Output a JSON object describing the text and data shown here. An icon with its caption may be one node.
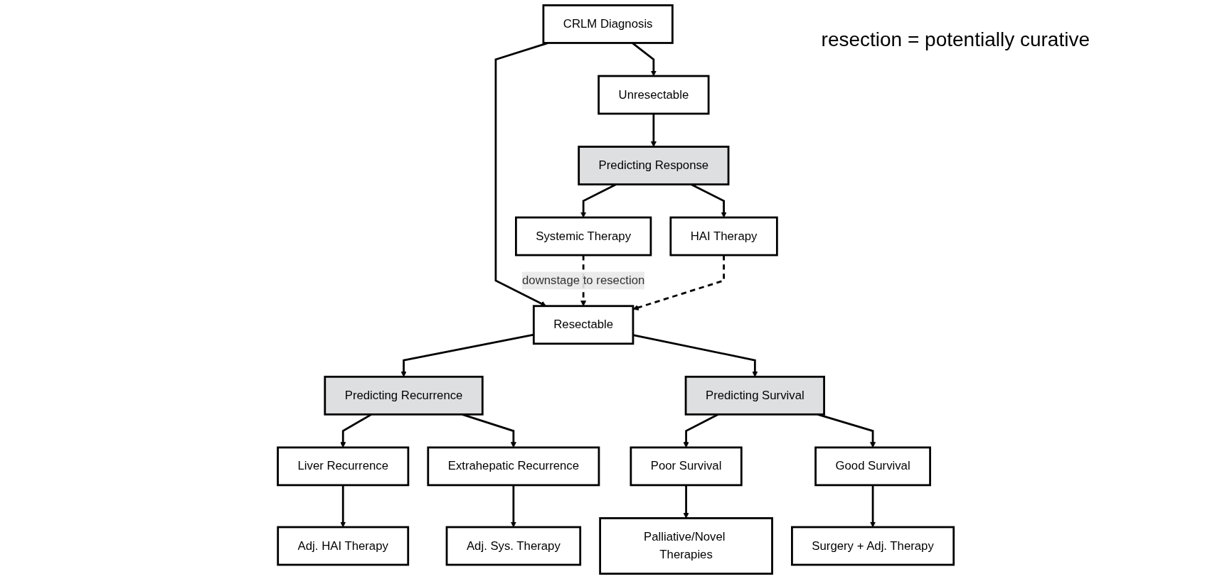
{
  "diagram": {
    "nodes": [
      {
        "text": [
          "CRLM Diagnosis"
        ]
      },
      {
        "text": [
          "Unresectable"
        ]
      },
      {
        "text": [
          "Resectable"
        ]
      },
      {
        "text": [
          "Predicting Response"
        ]
      },
      {
        "text": [
          "Predicting Recurrence"
        ]
      },
      {
        "text": [
          "Predicting Survival"
        ]
      },
      {
        "text": [
          "Systemic Therapy"
        ]
      },
      {
        "text": [
          "HAI Therapy"
        ]
      },
      {
        "text": [
          "Liver Recurrence"
        ]
      },
      {
        "text": [
          "Extrahepatic Recurrence"
        ]
      },
      {
        "text": [
          "Poor Survival"
        ]
      },
      {
        "text": [
          "Good Survival"
        ]
      },
      {
        "text": [
          "Adj. HAI Therapy"
        ]
      },
      {
        "text": [
          "Adj. Sys. Therapy"
        ]
      },
      {
        "text": [
          "Palliative/Novel Therapies"
        ]
      },
      {
        "text": [
          "Surgery + Adj. Therapy"
        ]
      }
    ],
    "edges": [
      {
        "from": 0,
        "to": 1,
        "arrow": "to"
      },
      {
        "from": 0,
        "to": 2,
        "arrow": "to"
      },
      {
        "from": 1,
        "to": 3,
        "arrow": "to"
      },
      {
        "from": 3,
        "to": 6,
        "arrow": "to"
      },
      {
        "from": 3,
        "to": 7,
        "arrow": "to"
      },
      {
        "from": 6,
        "to": 2,
        "arrow": "to",
        "style": "dashed",
        "label": "downstage to resection"
      },
      {
        "from": 7,
        "to": 2,
        "arrow": "to",
        "style": "dashed"
      },
      {
        "from": 2,
        "to": 4,
        "arrow": "to"
      },
      {
        "from": 2,
        "to": 5,
        "arrow": "to"
      },
      {
        "from": 4,
        "to": 8,
        "arrow": "to"
      },
      {
        "from": 4,
        "to": 9,
        "arrow": "to"
      },
      {
        "from": 5,
        "to": 10,
        "arrow": "to"
      },
      {
        "from": 5,
        "to": 11,
        "arrow": "to"
      },
      {
        "from": 8,
        "to": 12,
        "arrow": "to"
      },
      {
        "from": 9,
        "to": 13,
        "arrow": "to"
      },
      {
        "from": 10,
        "to": 14,
        "arrow": "to"
      },
      {
        "from": 11,
        "to": 15,
        "arrow": "to"
      }
    ],
    "labels": [
      "resection = potentially curative"
    ]
  }
}
